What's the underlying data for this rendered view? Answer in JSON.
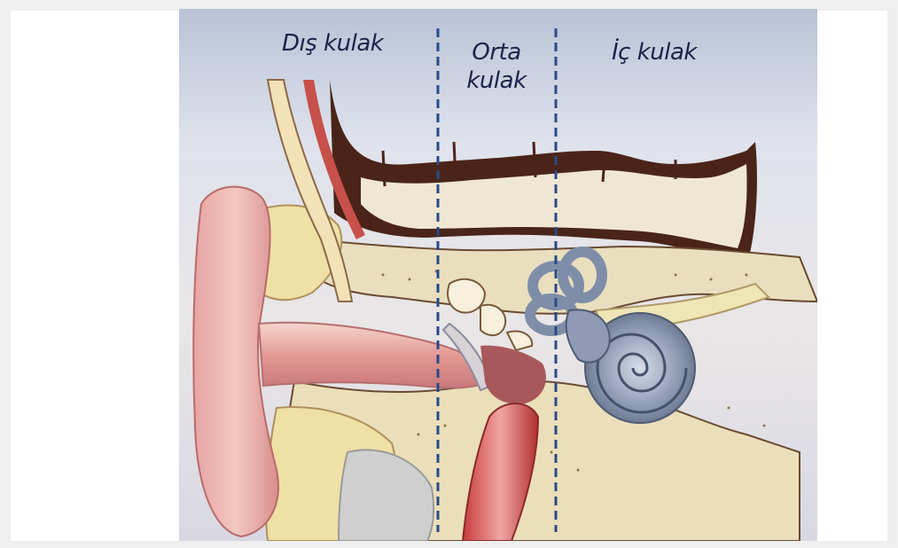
{
  "labels": {
    "outer_ear": "Dış kulak",
    "middle_ear_line1": "Orta",
    "middle_ear_line2": "kulak",
    "inner_ear": "İç kulak"
  },
  "colors": {
    "label_text": "#1c2348",
    "divider": "#2a4a86",
    "background_top": "#c8cfe0",
    "bone": "#efe6c6",
    "cartilage_dark": "#5a3224",
    "skin": "#e8a0a0",
    "cochlea": "#8a9bb5"
  }
}
